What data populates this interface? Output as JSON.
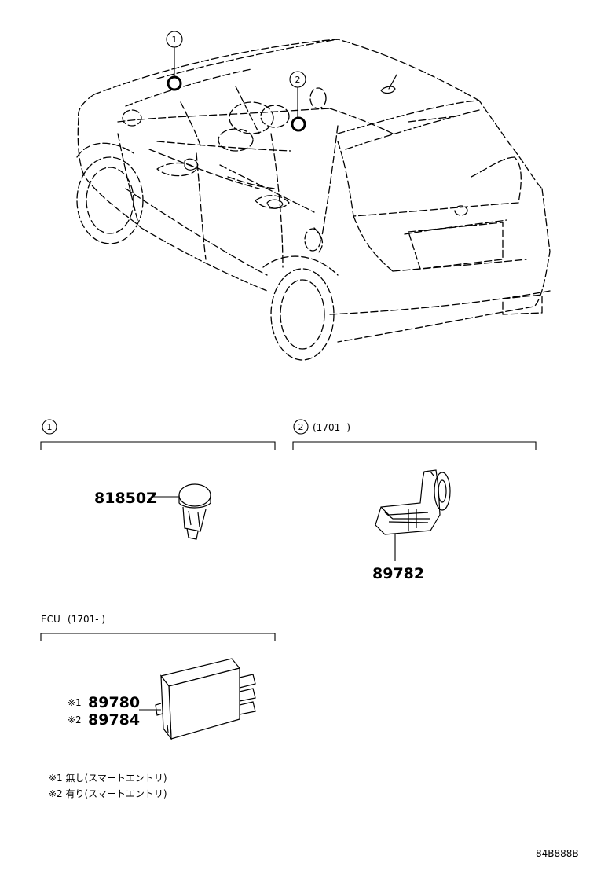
{
  "callouts": {
    "c1": "1",
    "c2": "2"
  },
  "sections": {
    "s1": {
      "marker": "1",
      "note": ""
    },
    "s2": {
      "marker": "2",
      "note": "(1701-      )"
    },
    "ecu": {
      "title": "ECU",
      "note": "(1701-        )"
    }
  },
  "parts": {
    "p1": "81850Z",
    "p2": "89782",
    "p3_mark": "※1",
    "p3": "89780",
    "p4_mark": "※2",
    "p4": "89784"
  },
  "footnotes": {
    "n1": "※1 無し(スマートエントリ)",
    "n2": "※2 有り(スマートエントリ)"
  },
  "figure_id": "84B888B"
}
